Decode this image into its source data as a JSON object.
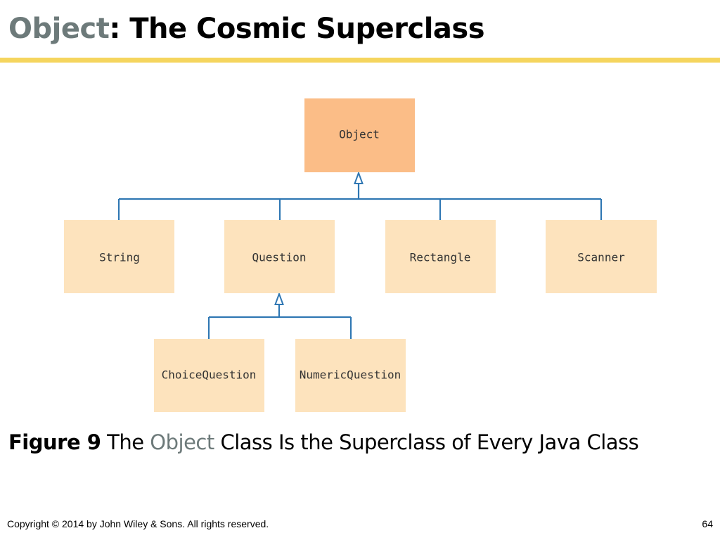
{
  "slide": {
    "title_code": "Object",
    "title_rest": ": The Cosmic Superclass",
    "caption": {
      "figure_label": "Figure 9",
      "text_1": " The ",
      "code": "Object",
      "text_2": " Class Is the Superclass of Every Java Class"
    },
    "copyright": "Copyright © 2014 by John Wiley & Sons.  All rights reserved.",
    "page_number": "64"
  },
  "diagram": {
    "colors": {
      "root_fill": "#fbbd87",
      "child_fill": "#fde3bd",
      "connector": "#2f77b3"
    },
    "nodes": {
      "object": "Object",
      "string": "String",
      "question": "Question",
      "rectangle": "Rectangle",
      "scanner": "Scanner",
      "choice_question": "ChoiceQuestion",
      "numeric_question": "NumericQuestion"
    },
    "edges": [
      {
        "from": "string",
        "to": "object"
      },
      {
        "from": "question",
        "to": "object"
      },
      {
        "from": "rectangle",
        "to": "object"
      },
      {
        "from": "scanner",
        "to": "object"
      },
      {
        "from": "choice_question",
        "to": "question"
      },
      {
        "from": "numeric_question",
        "to": "question"
      }
    ]
  }
}
